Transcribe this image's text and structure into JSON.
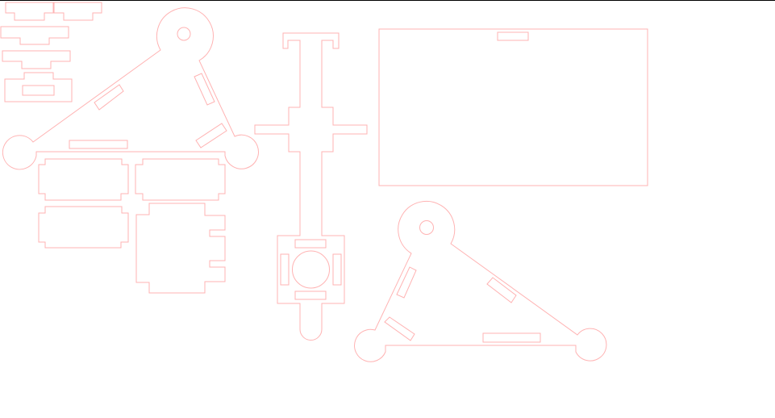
{
  "drawing": {
    "stroke_color": "#ffb3b3",
    "frame_color": "#000000",
    "parts": [
      "tab-piece-1",
      "tab-piece-2",
      "tab-piece-3",
      "tab-piece-4",
      "slotted-tab-piece",
      "triangle-frame-left",
      "panel-1",
      "panel-2",
      "panel-3",
      "notched-panel",
      "cross-arm",
      "rectangle-plate",
      "triangle-frame-right"
    ]
  }
}
